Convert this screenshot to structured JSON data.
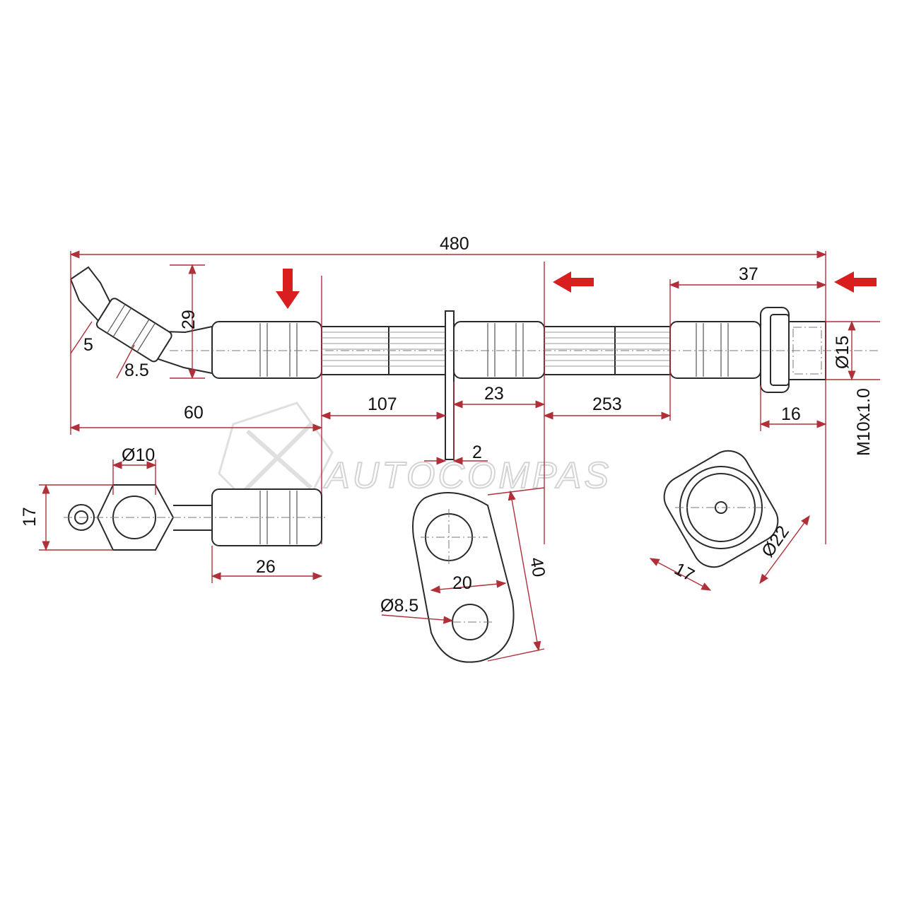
{
  "watermark": "AUTOCOMPAS",
  "dimensions": {
    "total_length": "480",
    "bend_height": "29",
    "bend_small": "5",
    "bend_dia": "8.5",
    "left_offset": "60",
    "seg_107": "107",
    "seg_23": "23",
    "seg_253": "253",
    "seg_37": "37",
    "seg_16": "16",
    "bracket_thickness": "2",
    "dia_15": "Ø15",
    "thread": "M10x1.0",
    "dia_10": "Ø10",
    "hex_17": "17",
    "ferrule_26": "26",
    "bracket_40": "40",
    "bracket_20": "20",
    "bracket_hole": "Ø8.5",
    "nut_17": "17",
    "nut_22": "Ø22"
  },
  "colors": {
    "arrow": "#d81e1e",
    "dimension_line": "#b0303a",
    "outline": "#2a2a2a"
  },
  "icons": [
    "arrow-down-icon",
    "arrow-left-icon",
    "arrow-left-icon"
  ]
}
